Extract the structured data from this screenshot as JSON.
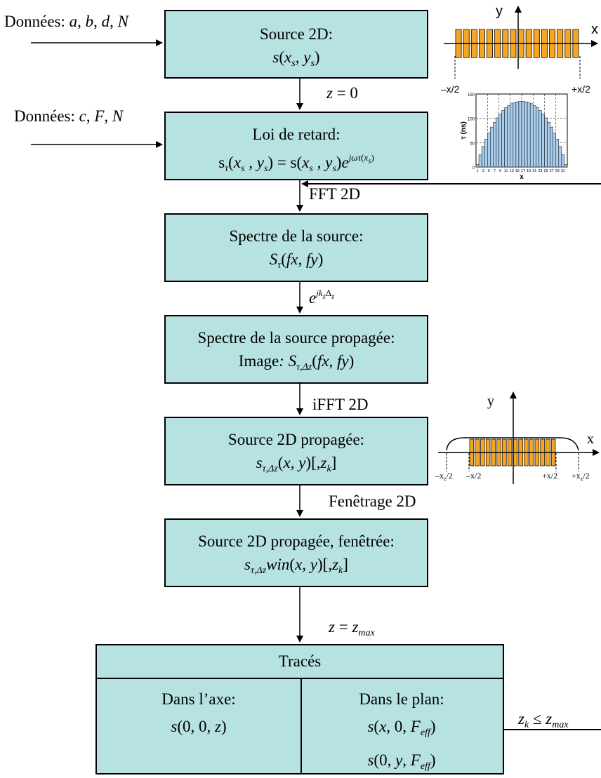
{
  "inputs": {
    "top": "Données: a, b, d, N",
    "middle": "Données: c, F, N"
  },
  "boxes": {
    "source2d": {
      "title": "Source 2D:",
      "formula": "s(xs, ys)"
    },
    "retard": {
      "title": "Loi de retard:",
      "formula": "sτ(xs, ys) = s(xs, ys)e^{jωτ(xs)}"
    },
    "spectre": {
      "title": "Spectre de la source:",
      "formula": "Sτ(fx, fy)"
    },
    "spectre_prop": {
      "title": "Spectre de la source propagée:",
      "formula": "Image: Sτ,Δz(fx, fy)"
    },
    "source_prop": {
      "title": "Source 2D propagée:",
      "formula": "sτ,Δz(x, y)[,zk]"
    },
    "source_win": {
      "title": "Source 2D propagée, fenêtrée:",
      "formula": "sτ,Δzwin(x, y)[,zk]"
    }
  },
  "arrows": {
    "z0": "z = 0",
    "fft": "FFT 2D",
    "exp": "e^{jkzΔz}",
    "ifft": "iFFT 2D",
    "window": "Fenêtrage 2D",
    "zmax": "z = zmax",
    "loop": "zk ≤ zmax"
  },
  "traces": {
    "title": "Tracés",
    "left_title": "Dans l’axe:",
    "left_formula": "s(0, 0, z)",
    "right_title": "Dans le plan:",
    "right_formula_1": "s(x, 0, Feff)",
    "right_formula_2": "s(0, y, Feff)"
  },
  "chart1": {
    "x_axis": "x",
    "y_axis": "y",
    "left_tick": "–x/2",
    "right_tick": "+x/2",
    "bar_color": "#f5a623"
  },
  "chart_data": [
    {
      "type": "bar",
      "title": "",
      "xlabel": "x",
      "ylabel": "τ (ns)",
      "ylim": [
        0,
        150
      ],
      "yticks": [
        0,
        50,
        100,
        150
      ],
      "xtick_labels": [
        "1",
        "3",
        "5",
        "7",
        "9",
        "11",
        "13",
        "15",
        "17",
        "19",
        "21",
        "23",
        "25",
        "27",
        "29",
        "31"
      ],
      "categories": [
        1,
        2,
        3,
        4,
        5,
        6,
        7,
        8,
        9,
        10,
        11,
        12,
        13,
        14,
        15,
        16,
        17,
        18,
        19,
        20,
        21,
        22,
        23,
        24,
        25,
        26,
        27,
        28,
        29,
        30,
        31,
        32
      ],
      "values": [
        5,
        25,
        42,
        57,
        70,
        82,
        92,
        101,
        109,
        116,
        122,
        126,
        130,
        132,
        134,
        135,
        135,
        134,
        132,
        130,
        126,
        122,
        116,
        109,
        101,
        92,
        82,
        70,
        57,
        42,
        25,
        5
      ],
      "color": "#a9cdec",
      "grid": true
    }
  ],
  "chart2": {
    "x_axis": "x",
    "y_axis": "y",
    "ticks": [
      "–xz/2",
      "–x/2",
      "+x/2",
      "+xz/2"
    ],
    "bar_color": "#f5a623"
  }
}
